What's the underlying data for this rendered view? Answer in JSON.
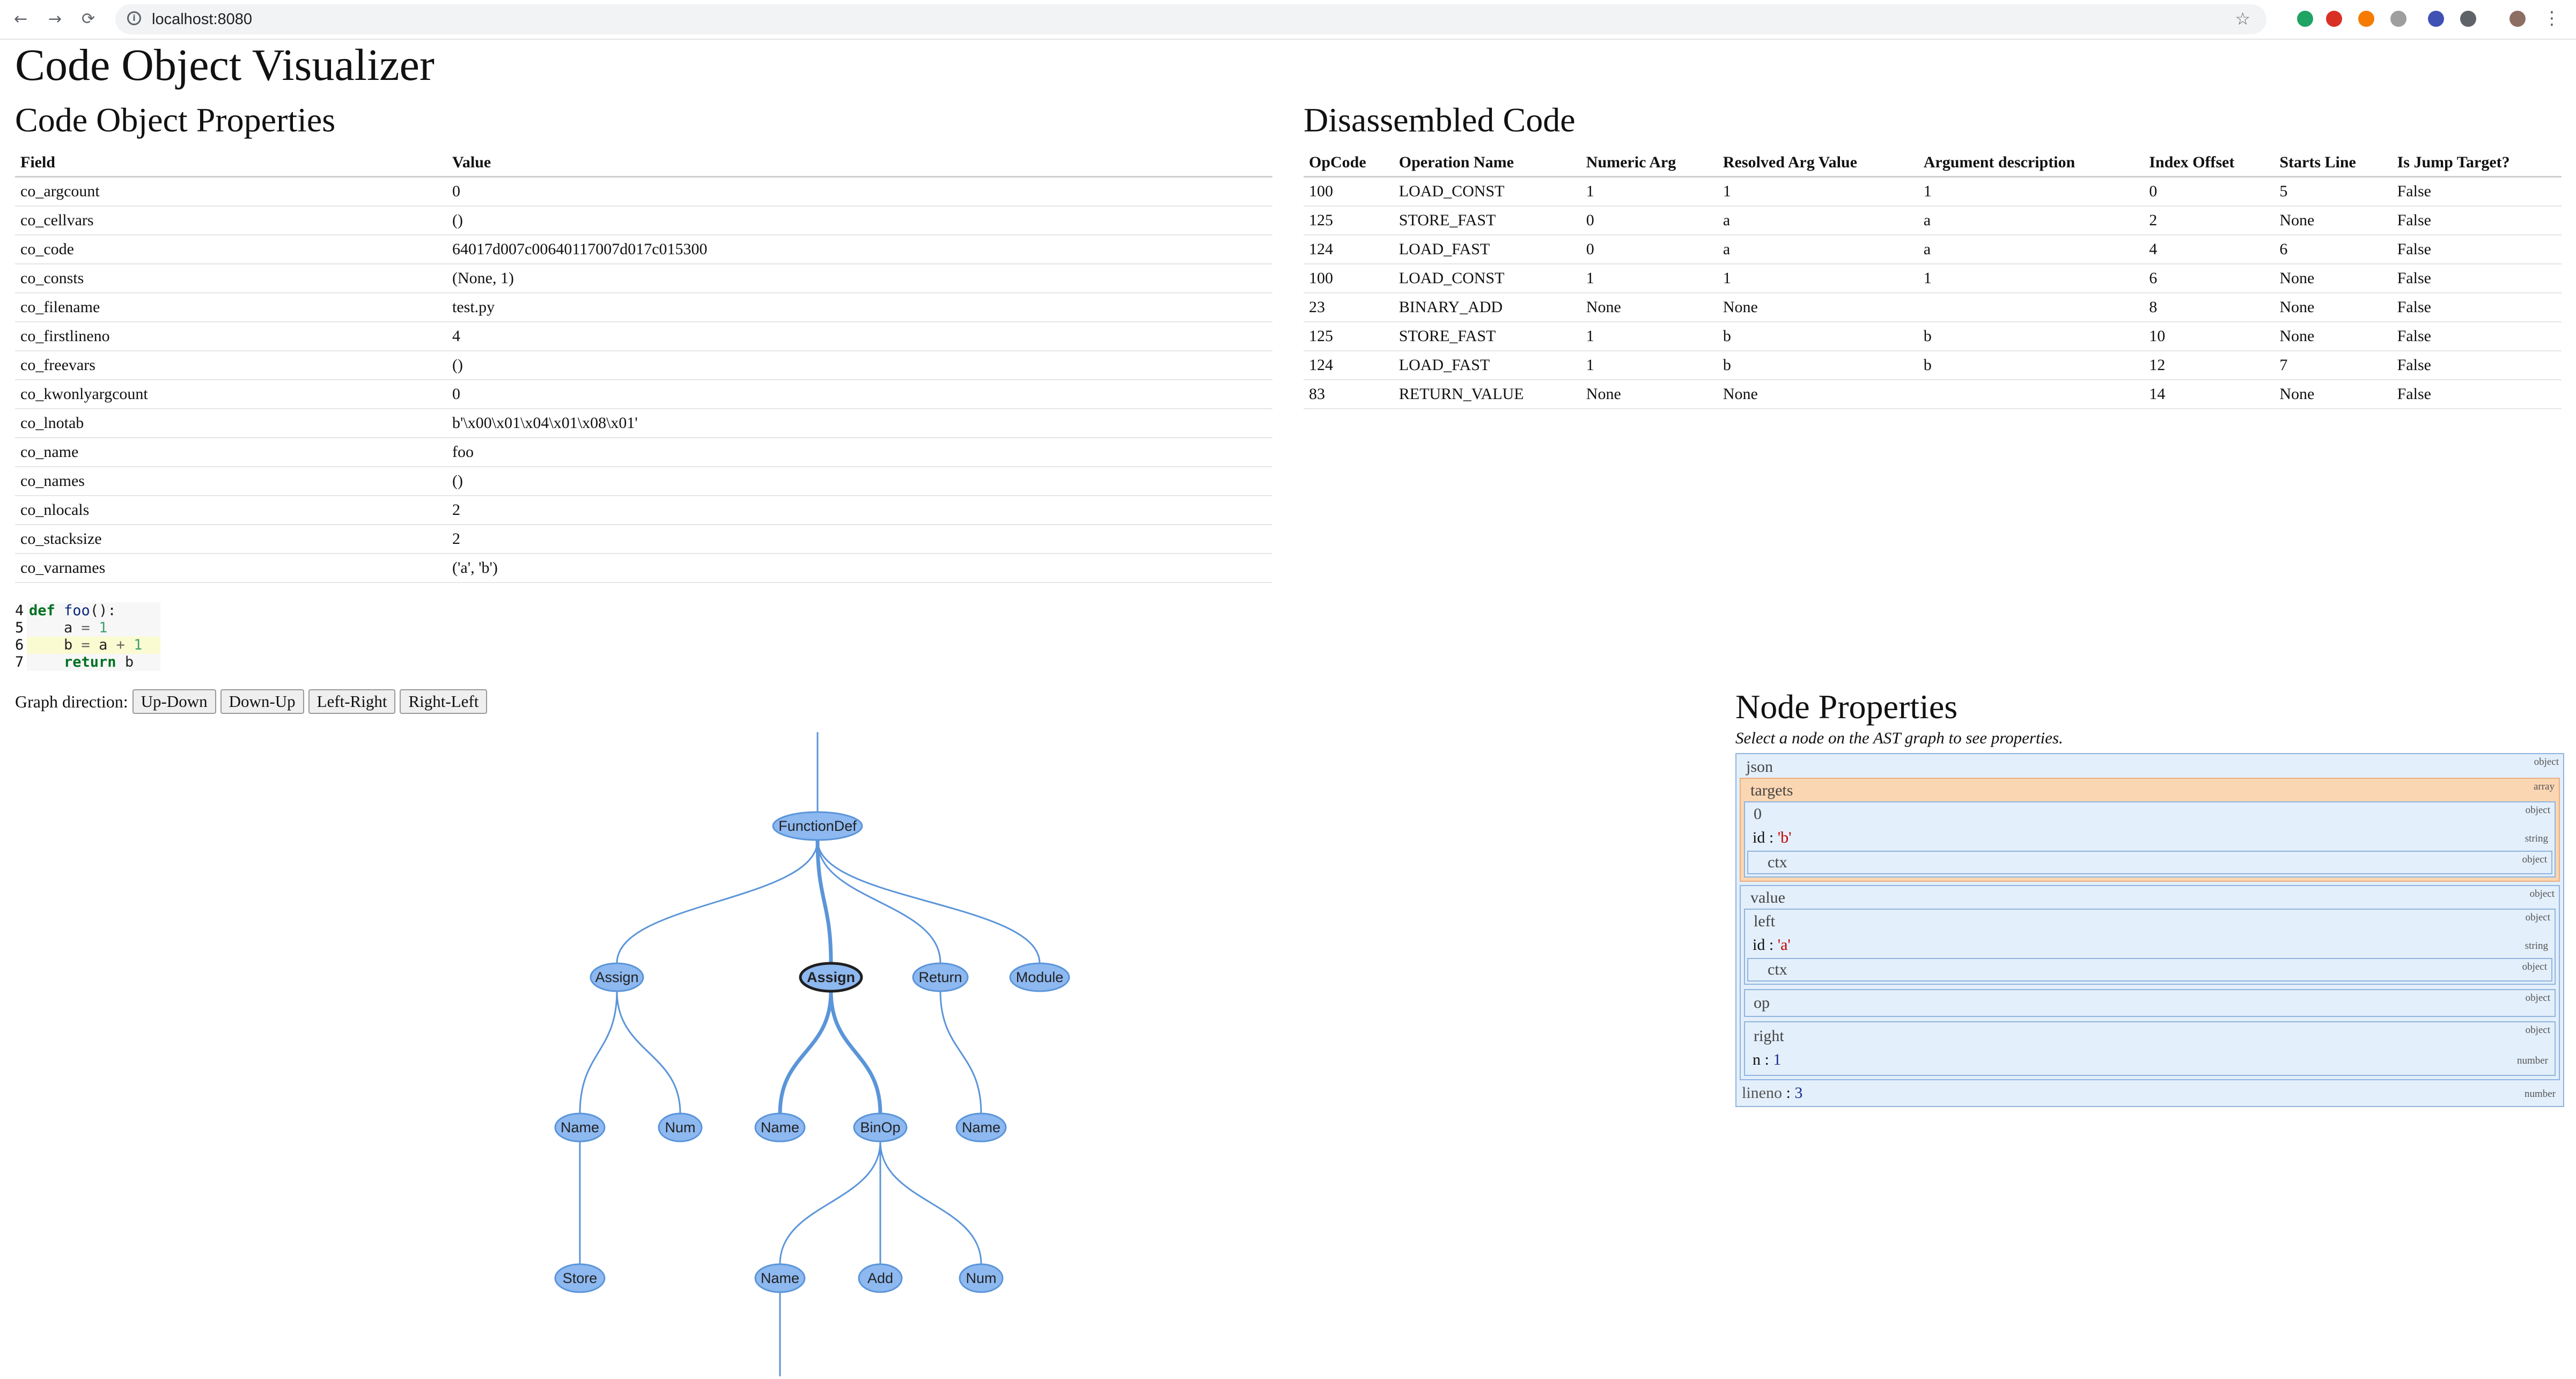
{
  "browser": {
    "url": "localhost:8080",
    "nav": {
      "back": "←",
      "forward": "→",
      "reload": "⟳"
    },
    "star": "☆",
    "menu": "⋮",
    "extension_colors": [
      "#1fa463",
      "#d93025",
      "#f57c00",
      "#9e9e9e",
      "#3f51b5",
      "#5f6368",
      "#8d6e63"
    ]
  },
  "page": {
    "title": "Code Object Visualizer"
  },
  "code_properties": {
    "heading": "Code Object Properties",
    "columns": [
      "Field",
      "Value"
    ],
    "rows": [
      [
        "co_argcount",
        "0"
      ],
      [
        "co_cellvars",
        "()"
      ],
      [
        "co_code",
        "64017d007c00640117007d017c015300"
      ],
      [
        "co_consts",
        "(None, 1)"
      ],
      [
        "co_filename",
        "test.py"
      ],
      [
        "co_firstlineno",
        "4"
      ],
      [
        "co_freevars",
        "()"
      ],
      [
        "co_kwonlyargcount",
        "0"
      ],
      [
        "co_lnotab",
        "b'\\x00\\x01\\x04\\x01\\x08\\x01'"
      ],
      [
        "co_name",
        "foo"
      ],
      [
        "co_names",
        "()"
      ],
      [
        "co_nlocals",
        "2"
      ],
      [
        "co_stacksize",
        "2"
      ],
      [
        "co_varnames",
        "('a', 'b')"
      ]
    ]
  },
  "disassembly": {
    "heading": "Disassembled Code",
    "columns": [
      "OpCode",
      "Operation Name",
      "Numeric Arg",
      "Resolved Arg Value",
      "Argument description",
      "Index Offset",
      "Starts Line",
      "Is Jump Target?"
    ],
    "rows": [
      [
        "100",
        "LOAD_CONST",
        "1",
        "1",
        "1",
        "0",
        "5",
        "False"
      ],
      [
        "125",
        "STORE_FAST",
        "0",
        "a",
        "a",
        "2",
        "None",
        "False"
      ],
      [
        "124",
        "LOAD_FAST",
        "0",
        "a",
        "a",
        "4",
        "6",
        "False"
      ],
      [
        "100",
        "LOAD_CONST",
        "1",
        "1",
        "1",
        "6",
        "None",
        "False"
      ],
      [
        "23",
        "BINARY_ADD",
        "None",
        "None",
        "",
        "8",
        "None",
        "False"
      ],
      [
        "125",
        "STORE_FAST",
        "1",
        "b",
        "b",
        "10",
        "None",
        "False"
      ],
      [
        "124",
        "LOAD_FAST",
        "1",
        "b",
        "b",
        "12",
        "7",
        "False"
      ],
      [
        "83",
        "RETURN_VALUE",
        "None",
        "None",
        "",
        "14",
        "None",
        "False"
      ]
    ]
  },
  "source": {
    "lines": [
      {
        "num": "4",
        "tokens": [
          [
            "kw",
            "def"
          ],
          [
            "",
            " "
          ],
          [
            "fn",
            "foo"
          ],
          [
            "",
            "():"
          ]
        ]
      },
      {
        "num": "5",
        "tokens": [
          [
            "",
            "    a "
          ],
          [
            "op",
            "="
          ],
          [
            "",
            " "
          ],
          [
            "nb",
            "1"
          ]
        ]
      },
      {
        "num": "6",
        "highlight": true,
        "tokens": [
          [
            "",
            "    b "
          ],
          [
            "op",
            "="
          ],
          [
            "",
            " a "
          ],
          [
            "op",
            "+"
          ],
          [
            "",
            " "
          ],
          [
            "nb",
            "1"
          ]
        ]
      },
      {
        "num": "7",
        "tokens": [
          [
            "",
            "    "
          ],
          [
            "kw",
            "return"
          ],
          [
            "",
            " b"
          ]
        ]
      }
    ]
  },
  "graph_direction": {
    "label": "Graph direction:",
    "buttons": [
      "Up-Down",
      "Down-Up",
      "Left-Right",
      "Right-Left"
    ]
  },
  "ast_graph": {
    "nodes": [
      {
        "id": "fd",
        "label": "FunctionDef"
      },
      {
        "id": "as1",
        "label": "Assign"
      },
      {
        "id": "as2",
        "label": "Assign",
        "selected": true
      },
      {
        "id": "ret",
        "label": "Return"
      },
      {
        "id": "mod",
        "label": "Module"
      },
      {
        "id": "n1",
        "label": "Name"
      },
      {
        "id": "num1",
        "label": "Num"
      },
      {
        "id": "n2",
        "label": "Name"
      },
      {
        "id": "bin",
        "label": "BinOp"
      },
      {
        "id": "n3",
        "label": "Name"
      },
      {
        "id": "st",
        "label": "Store"
      },
      {
        "id": "n4",
        "label": "Name"
      },
      {
        "id": "add",
        "label": "Add"
      },
      {
        "id": "num2",
        "label": "Num"
      }
    ],
    "edges": [
      [
        "fd",
        "as1"
      ],
      [
        "fd",
        "as2"
      ],
      [
        "fd",
        "ret"
      ],
      [
        "fd",
        "mod"
      ],
      [
        "as1",
        "n1"
      ],
      [
        "as1",
        "num1"
      ],
      [
        "as2",
        "n2"
      ],
      [
        "as2",
        "bin"
      ],
      [
        "ret",
        "n3"
      ],
      [
        "n1",
        "st"
      ],
      [
        "bin",
        "n4"
      ],
      [
        "bin",
        "add"
      ],
      [
        "bin",
        "num2"
      ]
    ],
    "highlighted_edges": [
      [
        "fd",
        "as2"
      ],
      [
        "as2",
        "n2"
      ],
      [
        "as2",
        "bin"
      ]
    ],
    "node_fill": "#8db8f0",
    "edge_color": "#5b95d9"
  },
  "node_properties": {
    "heading": "Node Properties",
    "hint": "Select a node on the AST graph to see properties.",
    "json_key": "json",
    "json_type": "object",
    "targets_key": "targets",
    "targets_type": "array",
    "t0_key": "0",
    "t0_type": "object",
    "t0_id_key": "id",
    "t0_id_val": "'b'",
    "t0_id_type": "string",
    "t0_ctx_key": "ctx",
    "t0_ctx_type": "object",
    "value_key": "value",
    "value_type": "object",
    "left_key": "left",
    "left_type": "object",
    "left_id_key": "id",
    "left_id_val": "'a'",
    "left_id_type": "string",
    "left_ctx_key": "ctx",
    "left_ctx_type": "object",
    "op_key": "op",
    "op_type": "object",
    "right_key": "right",
    "right_type": "object",
    "right_n_key": "n",
    "right_n_val": "1",
    "right_n_type": "number",
    "lineno_key": "lineno",
    "lineno_val": "3",
    "lineno_type": "number"
  }
}
